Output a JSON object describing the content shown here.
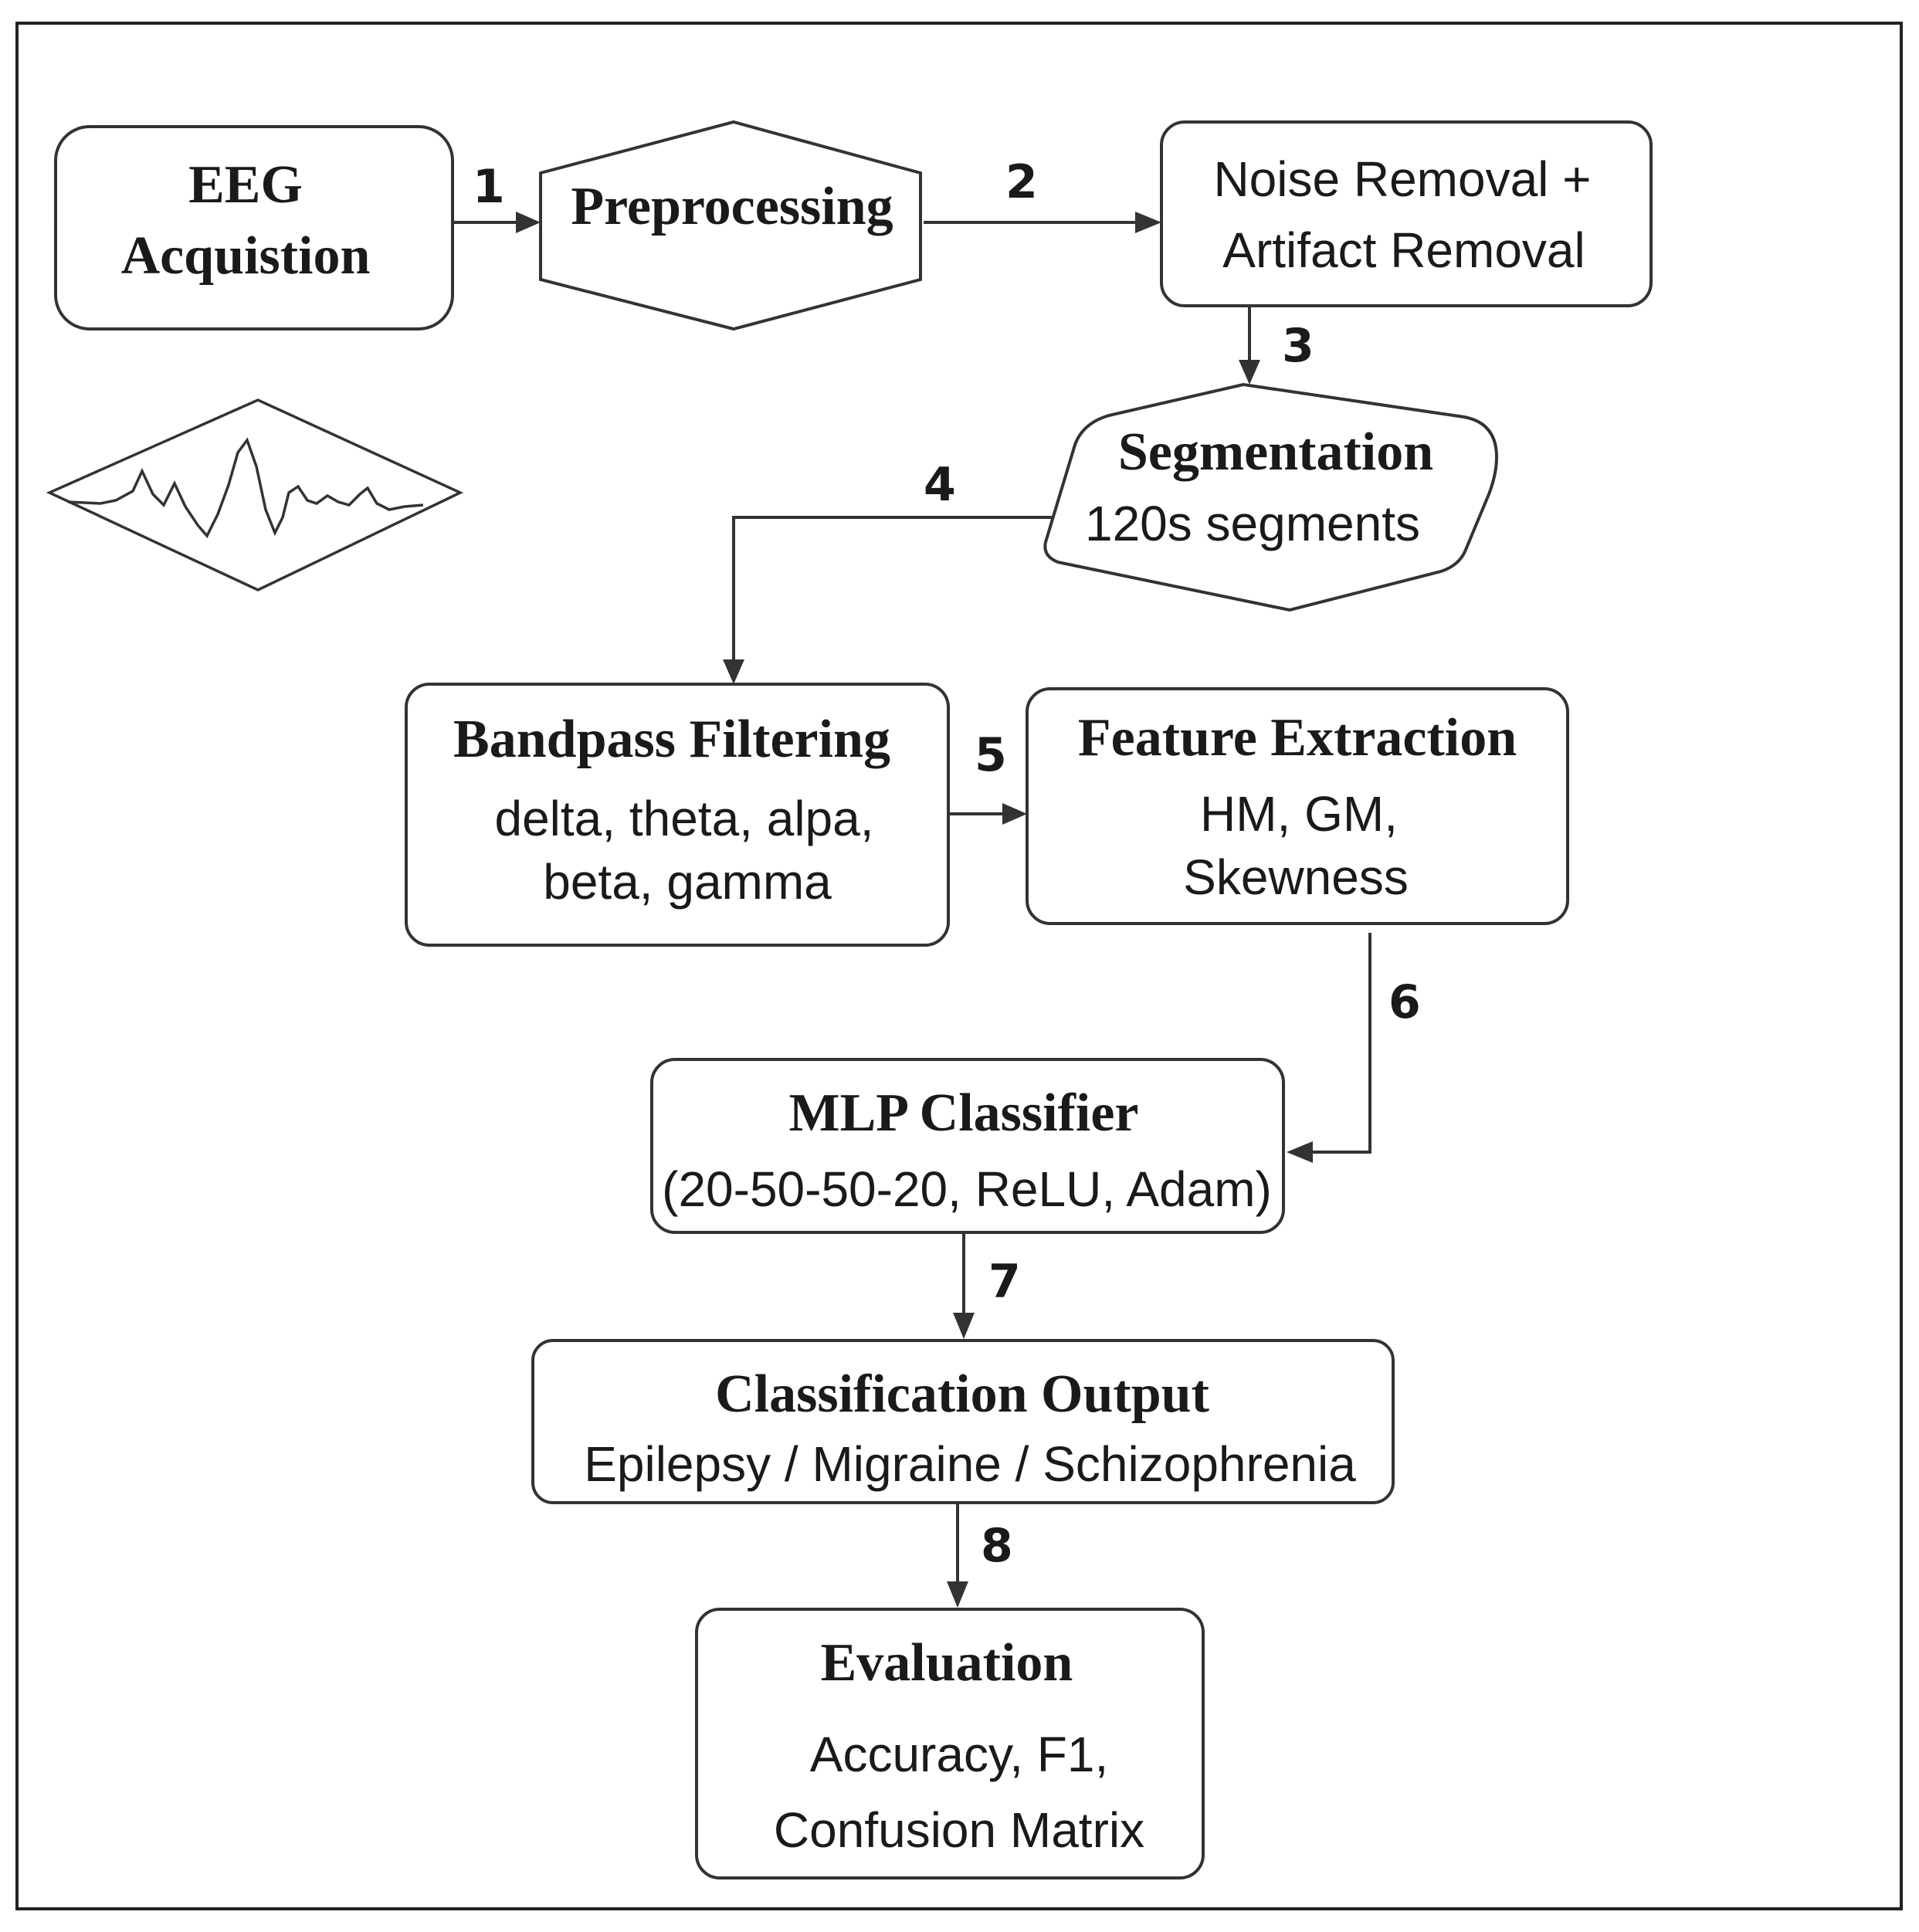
{
  "nodes": {
    "eeg_acquisition": {
      "title_lines": [
        "EEG",
        "Acquistion"
      ]
    },
    "preprocessing": {
      "title": "Preprocessing"
    },
    "noise_removal": {
      "body_lines": [
        "Noise Removal +",
        "Artifact Removal"
      ]
    },
    "segmentation": {
      "title": "Segmentation",
      "body": "120s segments"
    },
    "bandpass_filtering": {
      "title": "Bandpass Filtering",
      "body_lines": [
        "delta, theta, alpa,",
        "beta, gamma"
      ]
    },
    "feature_extraction": {
      "title": "Feature Extraction",
      "body_lines": [
        "HM, GM,",
        "Skewness"
      ]
    },
    "mlp_classifier": {
      "title": "MLP Classifier",
      "body": "(20-50-50-20, ReLU, Adam)"
    },
    "classification_output": {
      "title": "Classification Output",
      "body": "Epilepsy / Migraine / Schizophrenia"
    },
    "evaluation": {
      "title": "Evaluation",
      "body_lines": [
        "Accuracy, F1,",
        "Confusion Matrix"
      ]
    }
  },
  "steps": [
    "1",
    "2",
    "3",
    "4",
    "5",
    "6",
    "7",
    "8"
  ],
  "icons": {
    "waveform": "eeg-waveform-icon"
  }
}
